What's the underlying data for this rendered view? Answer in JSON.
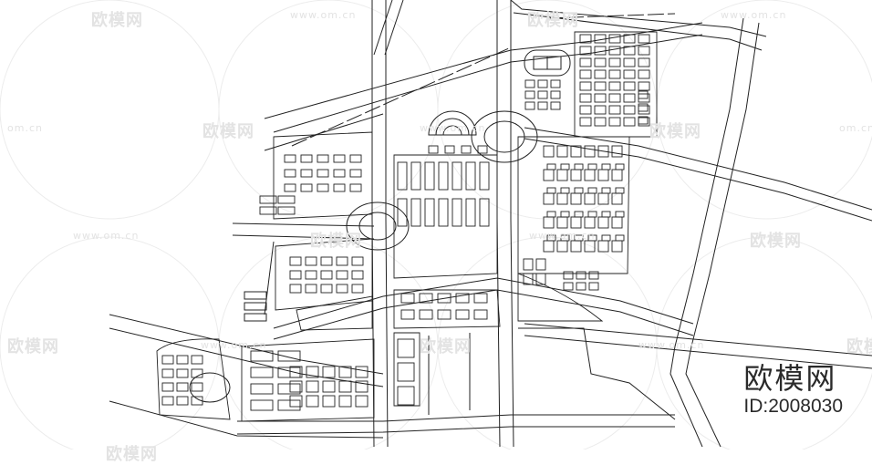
{
  "brand": {
    "name": "欧模网",
    "id_text": "ID:2008030"
  },
  "watermark": {
    "site_cn": "欧模网",
    "site_url": "www.om.cn",
    "site_url_short": "om.cn"
  },
  "colors": {
    "line": "#222222",
    "watermark": "#e3e3e3",
    "background": "#ffffff"
  }
}
